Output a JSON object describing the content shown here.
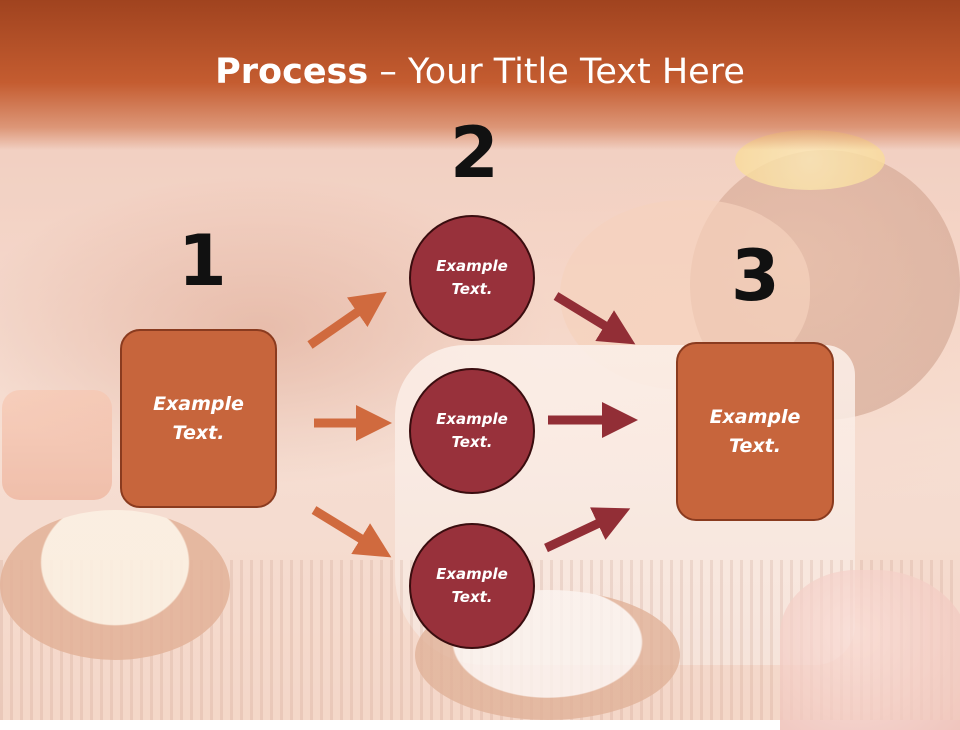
{
  "title": {
    "bold": "Process",
    "rest": " – Your Title Text Here"
  },
  "steps": {
    "num1": "1",
    "num2": "2",
    "num3": "3"
  },
  "box_left": {
    "text": "Example\nText."
  },
  "box_right": {
    "text": "Example\nText."
  },
  "circles": [
    {
      "text": "Example\nText."
    },
    {
      "text": "Example\nText."
    },
    {
      "text": "Example\nText."
    }
  ],
  "colors": {
    "title_bar": "#c45c30",
    "box_fill": "#c7653c",
    "circle_fill": "#98313b",
    "arrow_left": "#d06a3e",
    "arrow_right": "#922e36"
  }
}
